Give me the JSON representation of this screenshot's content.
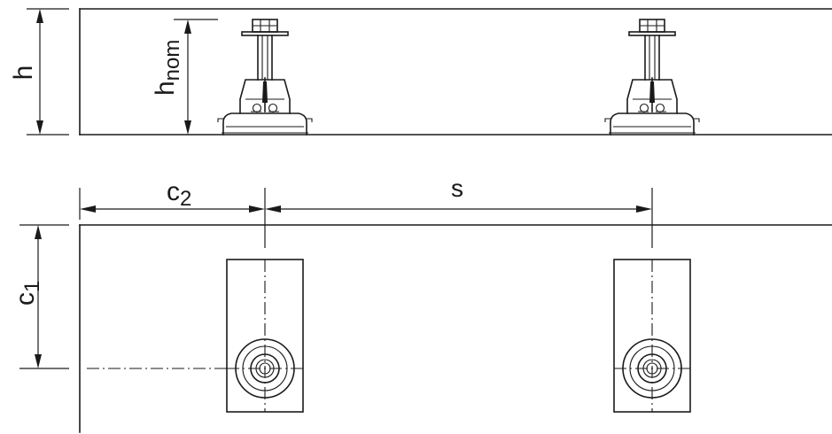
{
  "diagram": {
    "labels": {
      "h": "h",
      "h_nom_main": "h",
      "h_nom_sub": "nom",
      "c2_main": "c",
      "c2_sub": "2",
      "s": "s",
      "c1_main": "c",
      "c1_sub": "1"
    },
    "colors": {
      "ink": "#1a1a1a",
      "background": "#ffffff"
    }
  }
}
